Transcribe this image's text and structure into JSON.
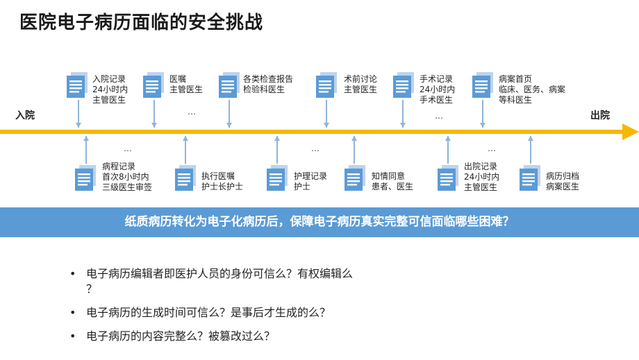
{
  "title": "医院电子病历面临的安全挑战",
  "timeline": {
    "start_label": "入院",
    "end_label": "出院",
    "axis_color": "#f5b800",
    "top_records": [
      {
        "text": "入院记录\n24小时内\n主管医生"
      },
      {
        "text": "医嘱\n主管医生"
      },
      {
        "text": "各类检查报告\n检验科医生"
      },
      {
        "text": "术前讨论\n主管医生"
      },
      {
        "text": "手术记录\n24小时内\n手术医生"
      },
      {
        "text": "病案首页\n临床、医务、病案\n等科医生"
      }
    ],
    "bottom_records": [
      {
        "text": "病程记录\n首次8小时内\n三级医生审签"
      },
      {
        "text": "执行医嘱\n护士长护士"
      },
      {
        "text": "护理记录\n护士"
      },
      {
        "text": "知情同意\n患者、医生"
      },
      {
        "text": "出院记录\n24小时内\n主管医生"
      },
      {
        "text": "病历归档\n病案医生"
      }
    ],
    "ellipsis": "…",
    "icon_color": "#5b9bd5"
  },
  "banner": {
    "text": "纸质病历转化为电子化病历后，保障电子病历真实完整可信面临哪些困难？",
    "color": "#5b9bd5"
  },
  "bullets": [
    {
      "text": "电子病历编辑者即医护人员的身份可信么？有权编辑么\n？"
    },
    {
      "text": "电子病历的生成时间可信么？是事后才生成的么？"
    },
    {
      "text": "电子病历的内容完整么？被篡改过么？"
    }
  ],
  "bullet_symbol": "•"
}
